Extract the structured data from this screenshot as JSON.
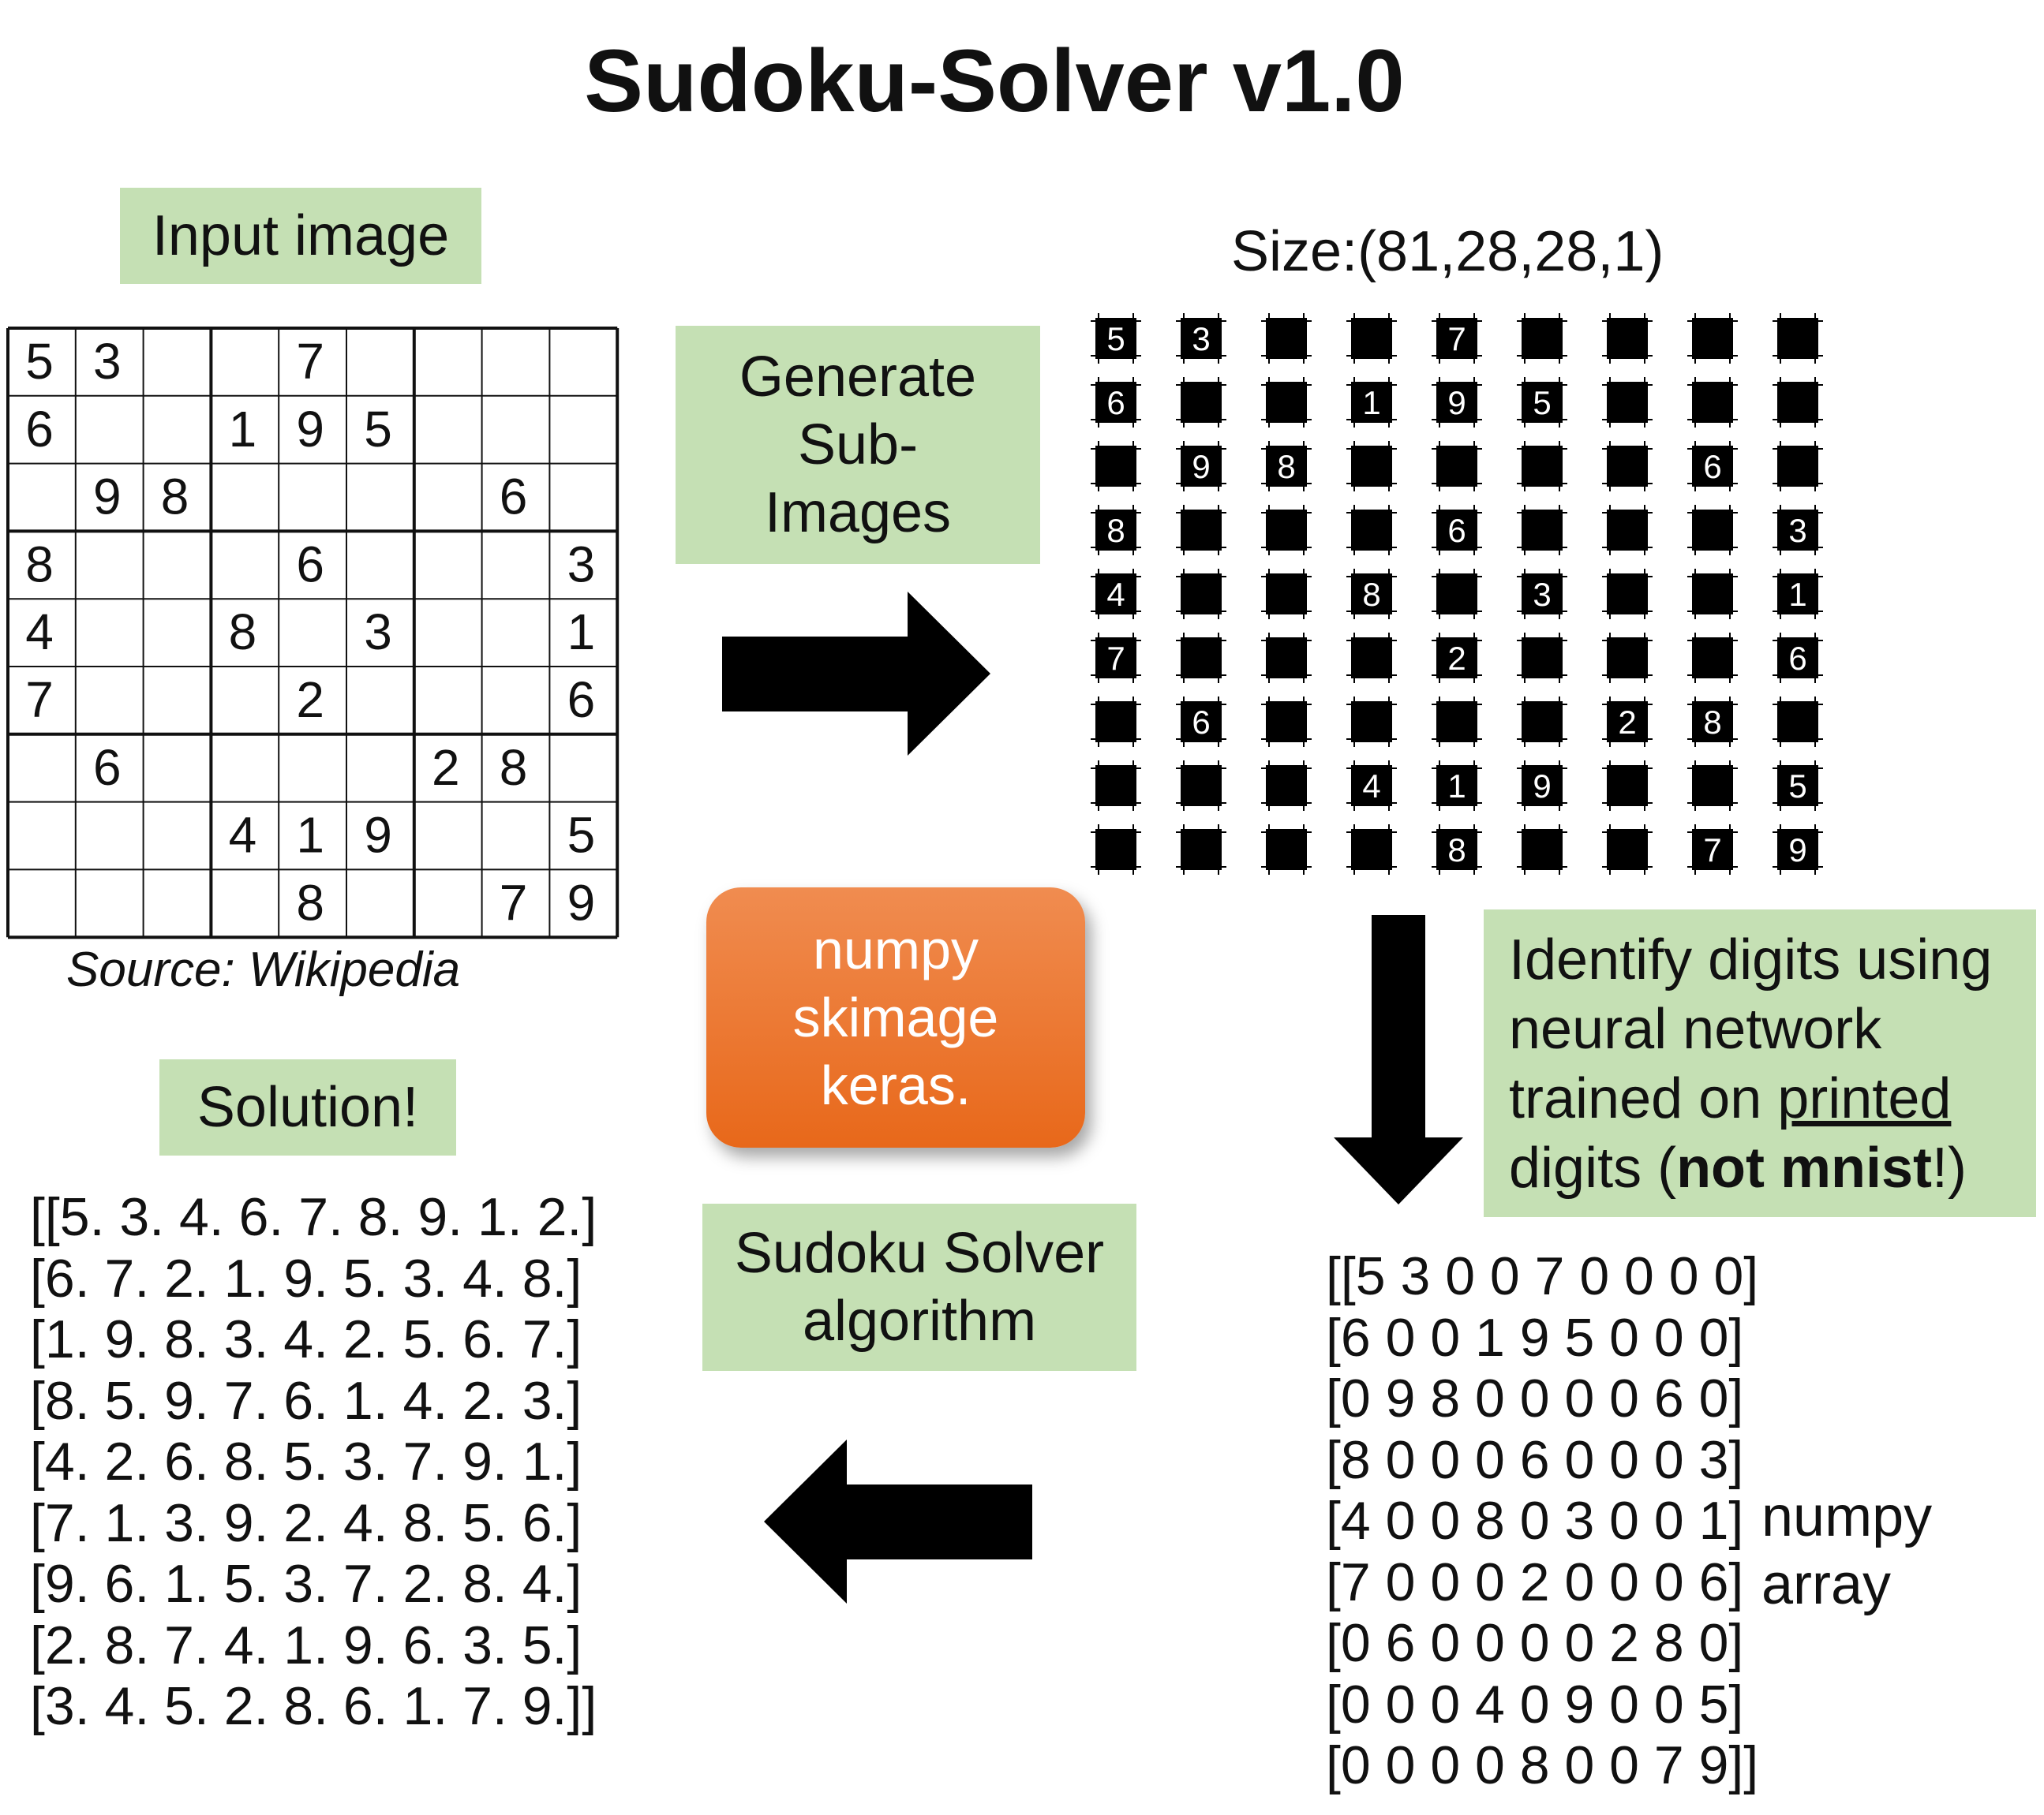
{
  "title": "Sudoku-Solver v1.0",
  "input_image_label": "Input image",
  "input_grid": [
    [
      5,
      3,
      0,
      0,
      7,
      0,
      0,
      0,
      0
    ],
    [
      6,
      0,
      0,
      1,
      9,
      5,
      0,
      0,
      0
    ],
    [
      0,
      9,
      8,
      0,
      0,
      0,
      0,
      6,
      0
    ],
    [
      8,
      0,
      0,
      0,
      6,
      0,
      0,
      0,
      3
    ],
    [
      4,
      0,
      0,
      8,
      0,
      3,
      0,
      0,
      1
    ],
    [
      7,
      0,
      0,
      0,
      2,
      0,
      0,
      0,
      6
    ],
    [
      0,
      6,
      0,
      0,
      0,
      0,
      2,
      8,
      0
    ],
    [
      0,
      0,
      0,
      4,
      1,
      9,
      0,
      0,
      5
    ],
    [
      0,
      0,
      0,
      0,
      8,
      0,
      0,
      7,
      9
    ]
  ],
  "source_caption": "Source: Wikipedia",
  "generate_label": [
    "Generate",
    "Sub-",
    "Images"
  ],
  "size_label": "Size:(81,28,28,1)",
  "identify_text": {
    "line1": "Identify digits using",
    "line2": "neural network",
    "line3_prefix": "trained on ",
    "line3_underlined": "printed",
    "line4_prefix": "digits (",
    "line4_bold": "not mnist",
    "line4_suffix": "!)"
  },
  "tools_label": [
    "numpy",
    "skimage",
    "keras."
  ],
  "solver_label": [
    "Sudoku Solver",
    "algorithm"
  ],
  "solution_label": "Solution!",
  "numpy_array_rows": [
    "[[5 3 0 0 7 0 0 0 0]",
    "[6 0 0 1 9 5 0 0 0]",
    "[0 9 8 0 0 0 0 6 0]",
    "[8 0 0 0 6 0 0 0 3]",
    "[4 0 0 8 0 3 0 0 1]",
    "[7 0 0 0 2 0 0 0 6]",
    "[0 6 0 0 0 0 2 8 0]",
    "[0 0 0 4 0 9 0 0 5]",
    "[0 0 0 0 8 0 0 7 9]]"
  ],
  "numpy_array_label": [
    "numpy",
    "array"
  ],
  "solution_rows": [
    "[[5. 3. 4. 6. 7. 8. 9. 1. 2.]",
    "[6. 7. 2. 1. 9. 5. 3. 4. 8.]",
    "[1. 9. 8. 3. 4. 2. 5. 6. 7.]",
    "[8. 5. 9. 7. 6. 1. 4. 2. 3.]",
    "[4. 2. 6. 8. 5. 3. 7. 9. 1.]",
    "[7. 1. 3. 9. 2. 4. 8. 5. 6.]",
    "[9. 6. 1. 5. 3. 7. 2. 8. 4.]",
    "[2. 8. 7. 4. 1. 9. 6. 3. 5.]",
    "[3. 4. 5. 2. 8. 6. 1. 7. 9.]]"
  ],
  "colors": {
    "label_box_green": "#c5e0b4",
    "tools_orange_top": "#f08c50",
    "tools_orange_bottom": "#e8681a",
    "arrow_black": "#000000"
  }
}
